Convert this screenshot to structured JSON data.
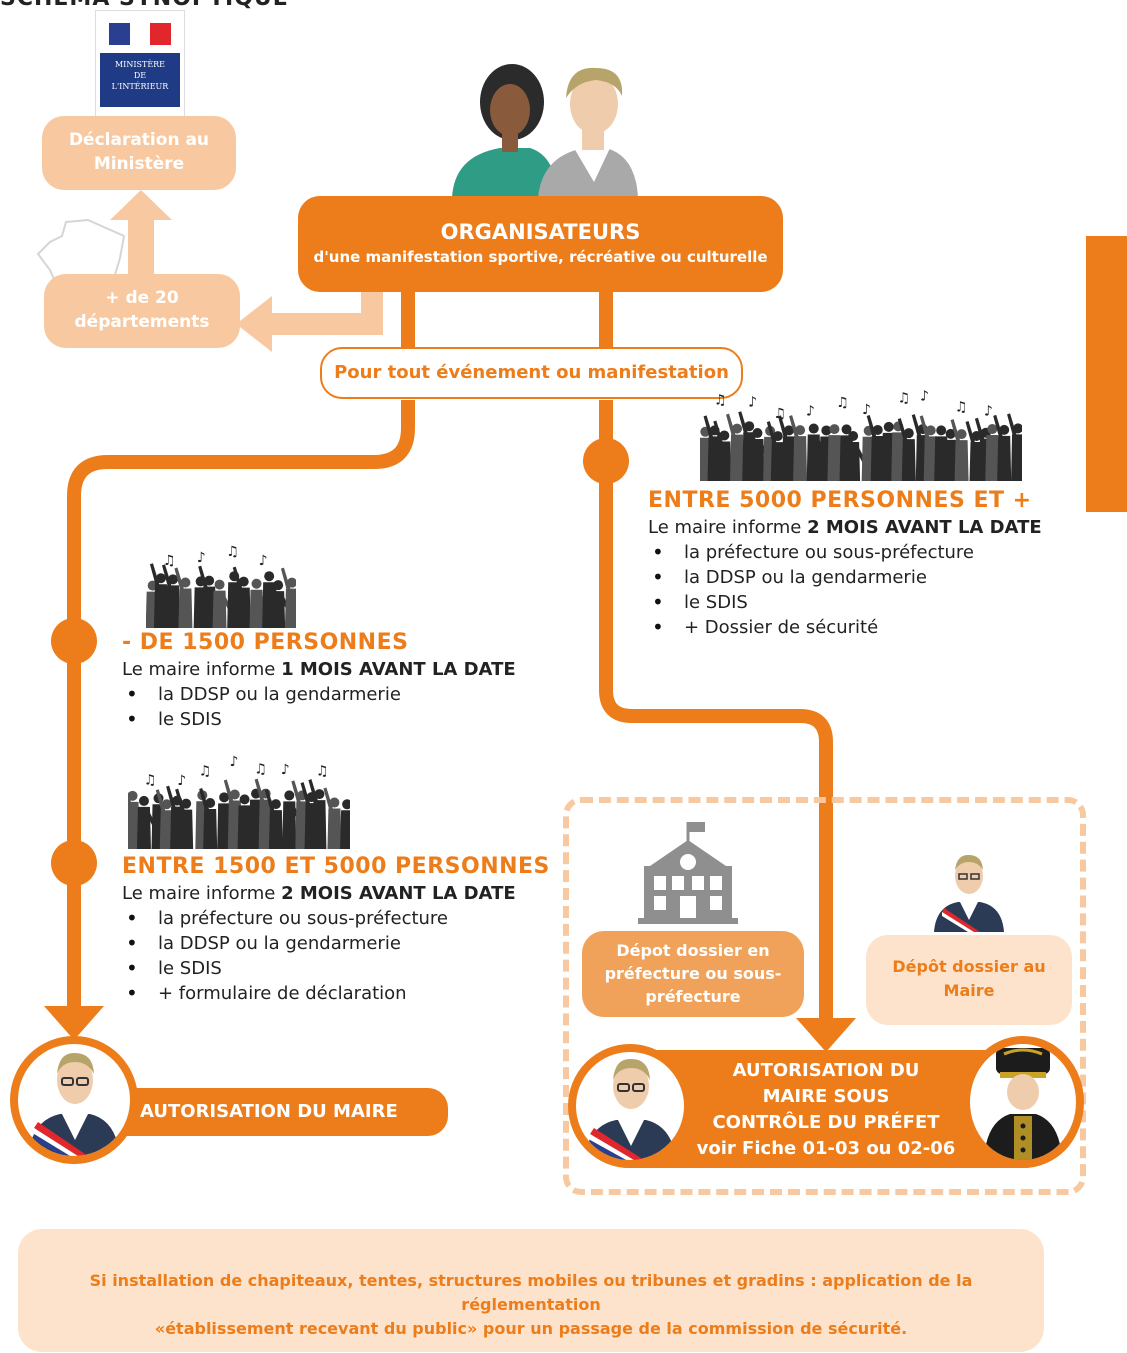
{
  "page_heading": "SCHÉMA SYNOPTIQUE",
  "ministry": {
    "logo_text_line1": "MINISTÈRE",
    "logo_text_line2": "DE",
    "logo_text_line3": "L'INTÉRIEUR",
    "declaration_label": "Déclaration au Ministère"
  },
  "departments_label": "+ de 20 départements",
  "organizers": {
    "title": "ORGANISATEURS",
    "subtitle": "d'une manifestation sportive, récréative ou culturelle"
  },
  "event_label": "Pour tout événement ou manifestation",
  "sections": {
    "small": {
      "title": "- DE 1500 PERSONNES",
      "intro": "Le maire informe",
      "intro_bold": "1 MOIS AVANT LA DATE",
      "items": [
        "la DDSP ou la gendarmerie",
        "le SDIS"
      ]
    },
    "medium": {
      "title": "ENTRE 1500 ET 5000 PERSONNES",
      "intro": "Le maire informe",
      "intro_bold": "2 MOIS AVANT LA DATE",
      "items": [
        "la préfecture ou sous-préfecture",
        "la DDSP ou la gendarmerie",
        "le SDIS",
        "+ formulaire de déclaration"
      ]
    },
    "large": {
      "title": "ENTRE 5000 PERSONNES ET +",
      "intro": "Le maire informe",
      "intro_bold": "2 MOIS AVANT LA DATE",
      "items": [
        "la préfecture ou sous-préfecture",
        "la DDSP ou la gendarmerie",
        "le SDIS",
        "+ Dossier de sécurité"
      ]
    }
  },
  "depot_prefecture": "Dépot dossier en préfecture ou sous-préfecture",
  "depot_maire": "Dépôt dossier au Maire",
  "authorization_mayor": "AUTORISATION DU MAIRE",
  "authorization_prefect": {
    "line1": "AUTORISATION DU",
    "line2": "MAIRE  SOUS",
    "line3": "CONTRÔLE DU PRÉFET",
    "line4": "voir Fiche 01-03 ou 02-06"
  },
  "note": {
    "line1": "Si installation de chapiteaux, tentes, structures mobiles ou tribunes et gradins : application de la réglementation",
    "line2": "«établissement recevant du public» pour un passage de la commission de sécurité."
  },
  "colors": {
    "accent": "#ec7d1a",
    "light_accent": "#f8c9a0",
    "pale_accent": "#fde3cc"
  }
}
